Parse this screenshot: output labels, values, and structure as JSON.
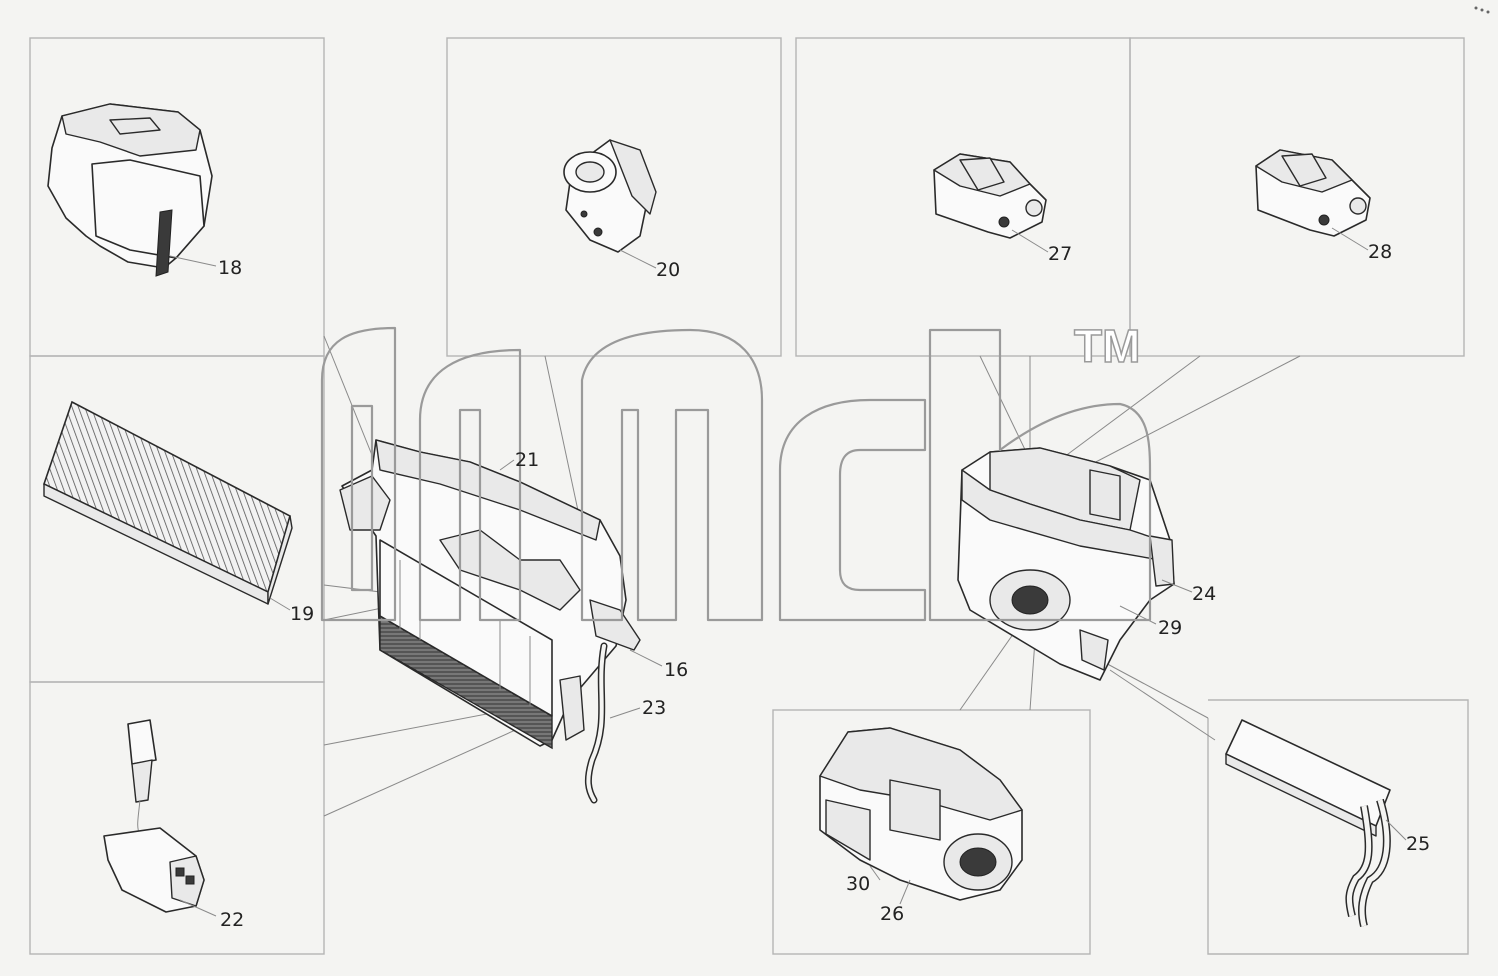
{
  "diagram": {
    "callouts": {
      "c16": "16",
      "c18": "18",
      "c19": "19",
      "c20": "20",
      "c21": "21",
      "c22": "22",
      "c23": "23",
      "c24": "24",
      "c25": "25",
      "c26": "26",
      "c27": "27",
      "c28": "28",
      "c29": "29",
      "c30": "30"
    },
    "watermark": {
      "trademark": "TM"
    },
    "colors": {
      "background": "#f4f4f2",
      "box_border": "#b5b5b5",
      "line_art": "#2a2a2a",
      "watermark": "#9a9a9a"
    }
  }
}
